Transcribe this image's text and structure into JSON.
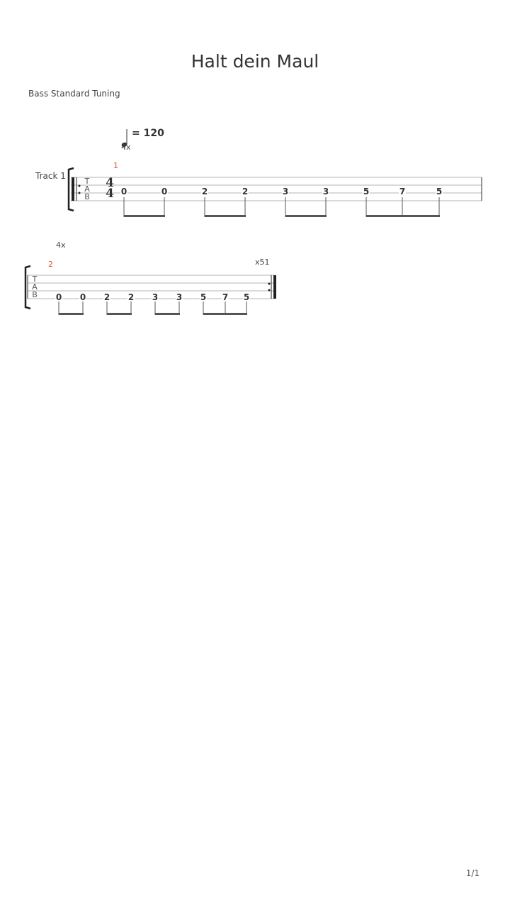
{
  "score": {
    "title": "Halt dein Maul",
    "tuning": "Bass Standard Tuning",
    "tempo_value": "= 120",
    "track_name": "Track 1",
    "page_number": "1/1"
  },
  "tab_clef": {
    "t": "T",
    "a": "A",
    "b": "B"
  },
  "time_signature": {
    "top": "4",
    "bottom": "4"
  },
  "bars": [
    {
      "number": "1",
      "repeat_count": "4x",
      "frets": [
        "0",
        "0",
        "2",
        "2",
        "3",
        "3",
        "5",
        "7",
        "5"
      ]
    },
    {
      "number": "2",
      "repeat_count": "4x",
      "repeat_end": "x51",
      "frets": [
        "0",
        "0",
        "2",
        "2",
        "3",
        "3",
        "5",
        "7",
        "5"
      ]
    }
  ]
}
